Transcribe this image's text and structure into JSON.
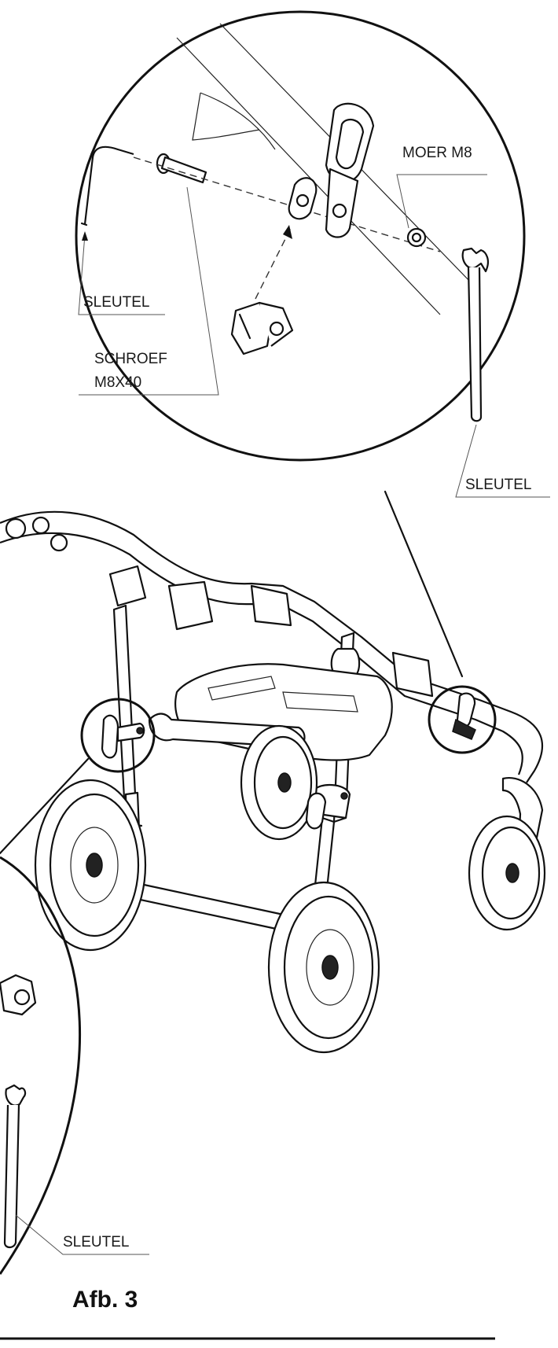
{
  "labels": {
    "moer_m8": "MOER M8",
    "sleutel_hex": "SLEUTEL",
    "schroef_line1": "SCHROEF",
    "schroef_line2": "M8X40",
    "sleutel_wrench": "SLEUTEL",
    "sleutel_bottom": "SLEUTEL"
  },
  "figure": {
    "caption": "Afb. 3"
  }
}
